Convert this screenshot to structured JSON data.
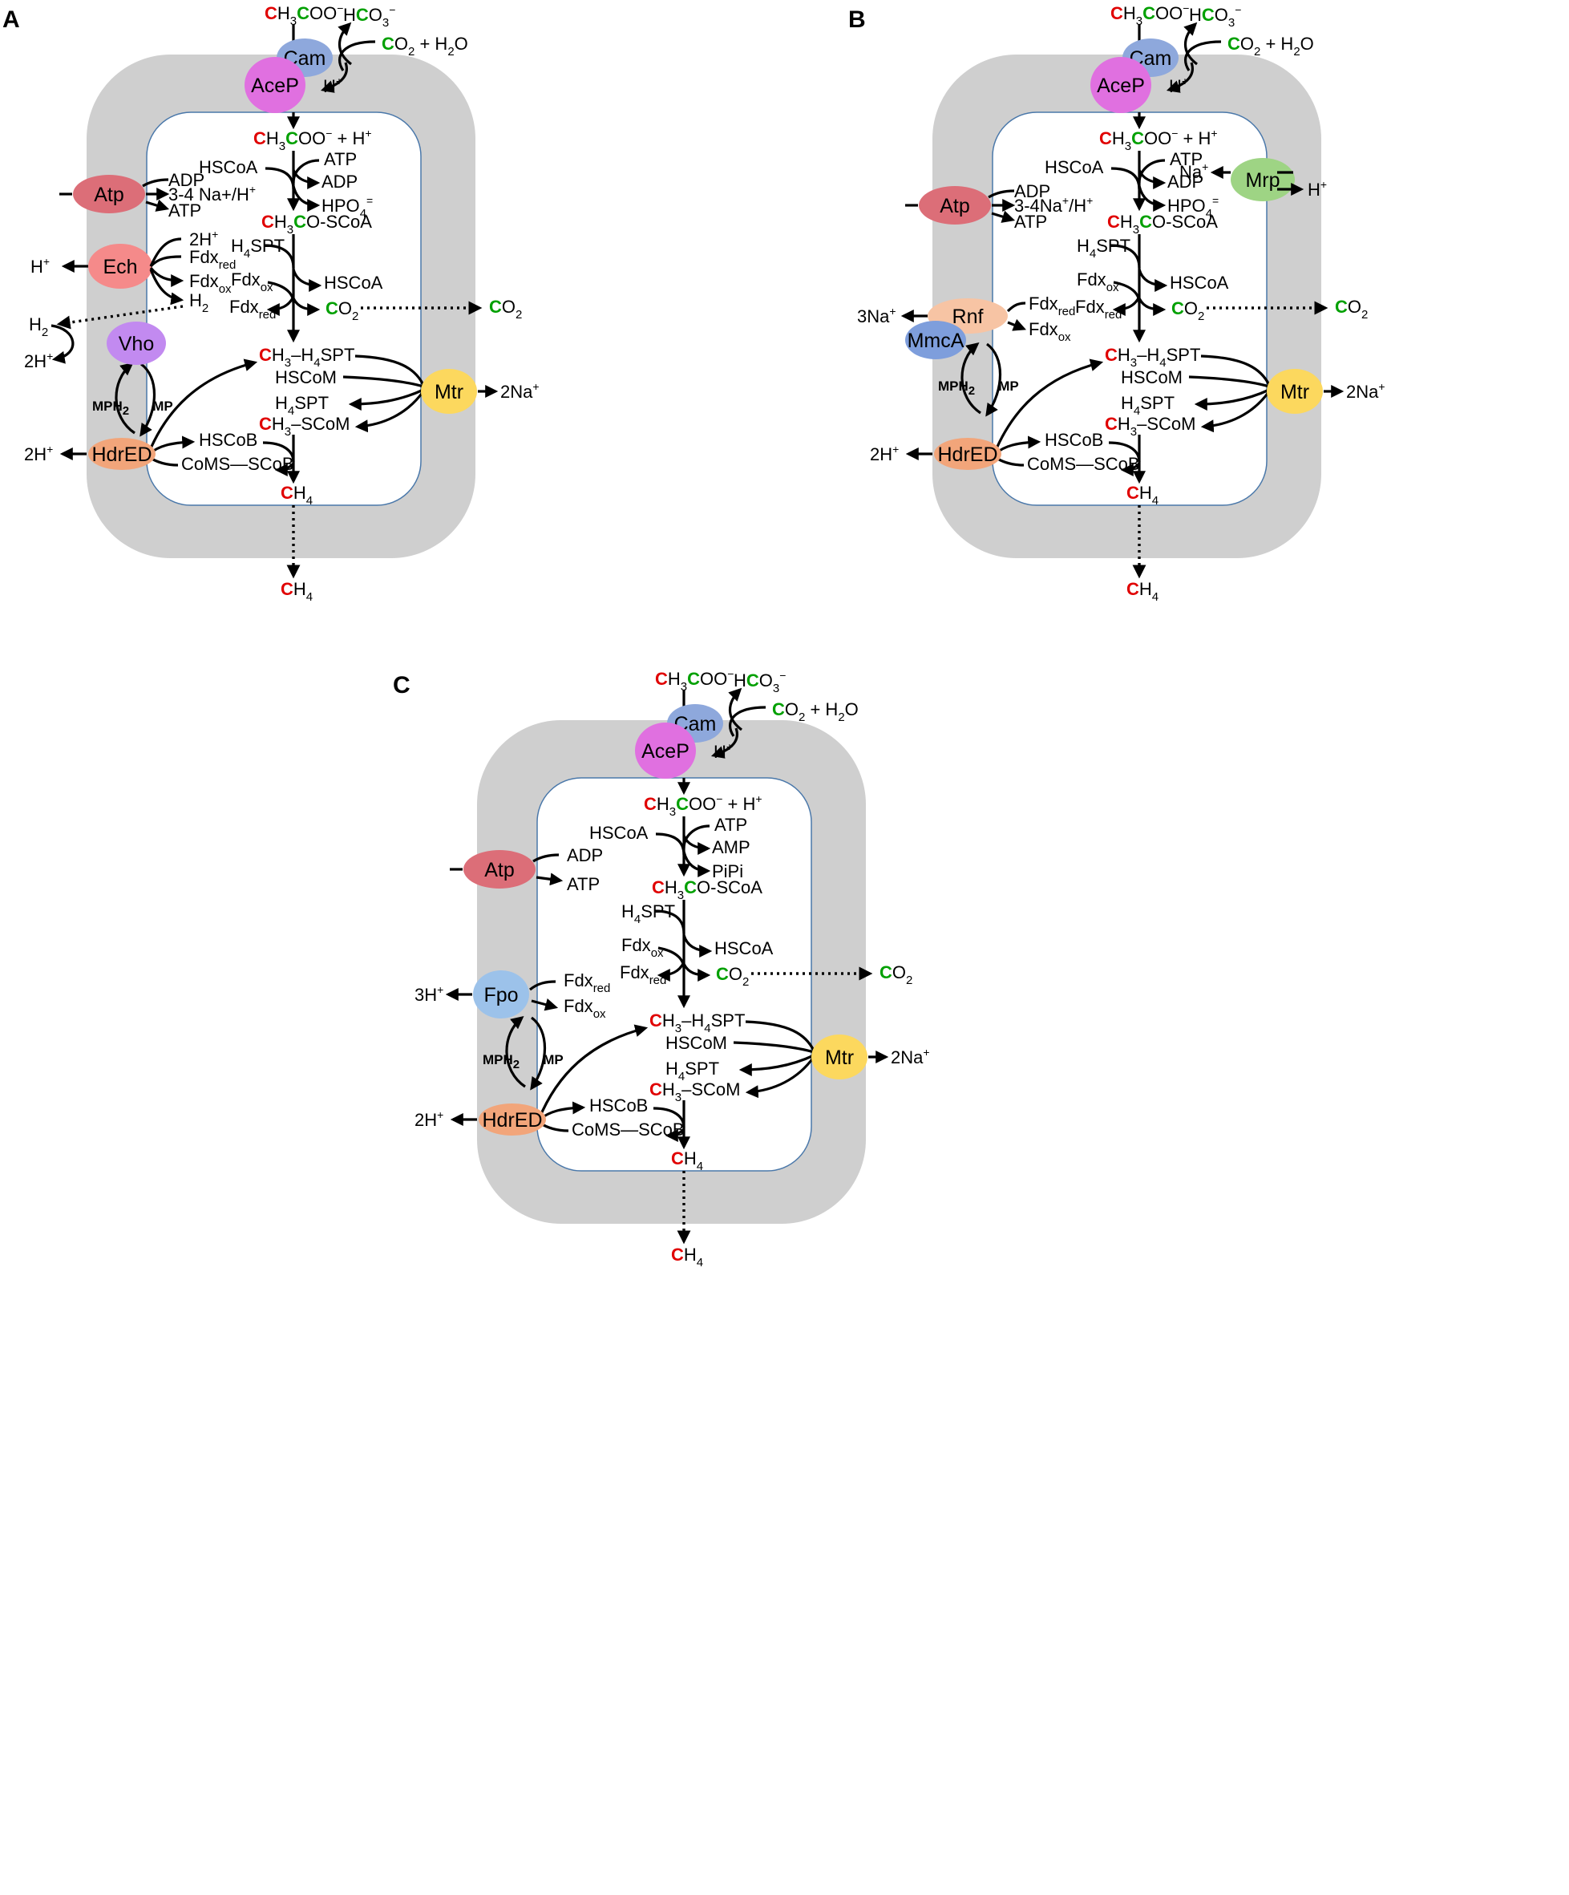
{
  "colors": {
    "membrane": "#cfcfcf",
    "cytoplasm_border": "#4a78aa",
    "acep": "#e070e0",
    "cam": "#8ea8dc",
    "atp": "#dc6e78",
    "ech": "#f58a8a",
    "vho": "#c28af0",
    "hdred": "#f2a57a",
    "mtr": "#fcd85e",
    "rnf": "#f7c4a4",
    "mmca": "#7e9edc",
    "mrp": "#9ed484",
    "fpo": "#9cc2ea",
    "carbon_methyl": "#e00000",
    "carbon_carboxyl": "#00a000"
  },
  "panels": [
    {
      "letter": "A",
      "enzymes": {
        "cam": "Cam",
        "acep": "AceP",
        "atp": "Atp",
        "ech": "Ech",
        "vho": "Vho",
        "hdred": "HdrED",
        "mtr": "Mtr"
      },
      "labels": {
        "h_plus": "H",
        "hcsoa": "HSCoA",
        "atp": "ATP",
        "adp": "ADP",
        "hpo4": "HPO",
        "h4spt": "H",
        "hscoa_out": "HSCoA",
        "fdx_ox": "Fdx",
        "fdx_red": "Fdx",
        "mp": "MP",
        "mph2": "MPH",
        "hscom": "HSCoM",
        "hscob": "HSCoB",
        "comsscob": "CoMS—SCoB",
        "mtr_out": "2Na",
        "hdred_out": "2H",
        "atp_adp": "ADP",
        "atp_ions": "3-4 Na+/H",
        "atp_atp": "ATP",
        "ech_2h": "2H",
        "ech_fdxred": "Fdx",
        "ech_fdxox": "Fdx",
        "ech_h2": "H",
        "ech_hplus": "H",
        "vho_h2": "H",
        "vho_2h": "2H"
      }
    },
    {
      "letter": "B",
      "enzymes": {
        "cam": "Cam",
        "acep": "AceP",
        "atp": "Atp",
        "rnf": "Rnf",
        "mmca": "MmcA",
        "mrp": "Mrp",
        "hdred": "HdrED",
        "mtr": "Mtr"
      },
      "labels": {
        "h_plus": "H",
        "hcsoa": "HSCoA",
        "atp": "ATP",
        "adp": "ADP",
        "hpo4": "HPO",
        "h4spt": "H",
        "hscoa_out": "HSCoA",
        "fdx_ox": "Fdx",
        "fdx_red": "Fdx",
        "mp": "MP",
        "mph2": "MPH",
        "hscom": "HSCoM",
        "hscob": "HSCoB",
        "comsscob": "CoMS—SCoB",
        "mtr_out": "2Na",
        "hdred_out": "2H",
        "atp_adp": "ADP",
        "atp_ions": "3-4Na",
        "atp_ions_tail": "/H",
        "atp_atp": "ATP",
        "rnf_na": "3Na",
        "rnf_fdxred": "Fdx",
        "rnf_fdxox": "Fdx",
        "mrp_na": "Na",
        "mrp_h": "H"
      }
    },
    {
      "letter": "C",
      "enzymes": {
        "cam": "Cam",
        "acep": "AceP",
        "atp": "Atp",
        "fpo": "Fpo",
        "hdred": "HdrED",
        "mtr": "Mtr"
      },
      "labels": {
        "h_plus": "H",
        "hcsoa": "HSCoA",
        "atp": "ATP",
        "amp": "AMP",
        "pipi": "PiPi",
        "h4spt": "H",
        "hscoa_out": "HSCoA",
        "fdx_ox": "Fdx",
        "fdx_red": "Fdx",
        "mp": "MP",
        "mph2": "MPH",
        "hscom": "HSCoM",
        "hscob": "HSCoB",
        "comsscob": "CoMS—SCoB",
        "mtr_out": "2Na",
        "hdred_out": "2H",
        "atp_adp": "ADP",
        "atp_atp": "ATP",
        "fpo_3h": "3H",
        "fpo_fdxred": "Fdx",
        "fpo_fdxox": "Fdx"
      }
    }
  ],
  "common": {
    "c": "C",
    "h3": "H",
    "three": "3",
    "coo_minus": "OO",
    "o_scoa": "O-SCoA",
    "co2_plus_h2o": "O",
    "hco3": "H",
    "co2": "O",
    "ch4": "H",
    "sub2": "2",
    "sub3": "3",
    "sub4": "4",
    "sup_plus": "+",
    "sup_minus": "−",
    "sup_eq": "=",
    "ox": "ox",
    "red": "red",
    "dash_h4spt": "–H",
    "dash_scom": "–SCoM",
    "spt": "SPT",
    "plus_h": " + H",
    "plus_h2o": " + H",
    "o_only": "O",
    "c_letter": "C",
    "minus_sign": "−"
  }
}
